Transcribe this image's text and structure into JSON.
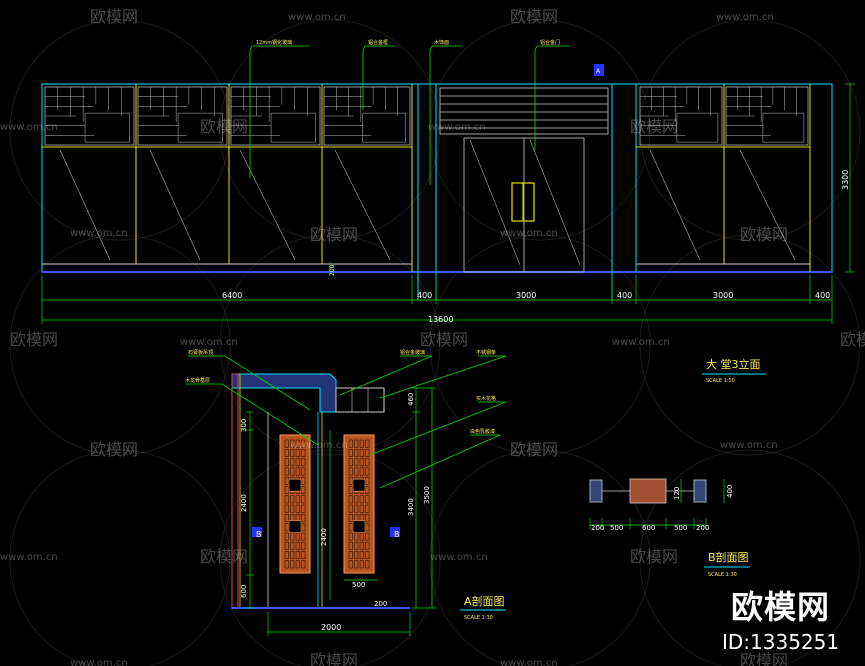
{
  "watermark": {
    "brand": "欧模网",
    "url": "www.om.cn"
  },
  "elevation": {
    "title": "大 堂3立面",
    "scale": "SCALE 1:50",
    "dims_bottom": [
      "6400",
      "400",
      "3000",
      "400",
      "3000",
      "400"
    ],
    "dim_total": "13600",
    "dim_height": "3300",
    "dim_base": "200",
    "marker_a": "A",
    "leader_labels": [
      "12mm钢化玻璃",
      "铝合金框",
      "木饰面",
      "铝合金门"
    ]
  },
  "section_a": {
    "title": "A剖面图",
    "scale": "SCALE 1:30",
    "dims_left": [
      "300",
      "2400",
      "600"
    ],
    "dims_right": [
      "460",
      "3400",
      "3500"
    ],
    "dim_inner": "2400",
    "dim_panel": "500",
    "dim_bottom": "2000",
    "dim_base": "200",
    "marker_b": "B",
    "leader_labels": [
      "石膏板吊顶",
      "木龙骨基层",
      "铝合金玻璃",
      "不锈钢条",
      "实木花格",
      "白色乳胶漆"
    ]
  },
  "section_b": {
    "title": "B剖面图",
    "scale": "SCALE 1:30",
    "dims_bottom": [
      "200",
      "500",
      "600",
      "500",
      "200"
    ],
    "dims_side": [
      "120",
      "400"
    ]
  },
  "footer": {
    "brand": "欧模网",
    "id_label": "ID:1335251"
  }
}
